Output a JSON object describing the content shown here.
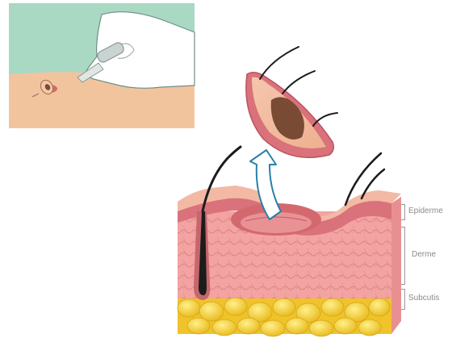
{
  "layers": [
    {
      "id": "epidermis",
      "label": "Epiderme"
    },
    {
      "id": "dermis",
      "label": "Derme"
    },
    {
      "id": "subcutis",
      "label": "Subcutis"
    }
  ],
  "colors": {
    "inset_sky": "#a9d8c3",
    "inset_skin": "#f2c49e",
    "glove": "#ffffff",
    "skin_surface": "#f3b9a4",
    "epidermis": "#d9727a",
    "dermis": "#f2a3a2",
    "fat": "#f4d23a",
    "hair": "#1c1c1c",
    "arrow_fill": "#ffffff",
    "arrow_outline": "#2a7fa8",
    "lesion": "#7a4b34"
  }
}
